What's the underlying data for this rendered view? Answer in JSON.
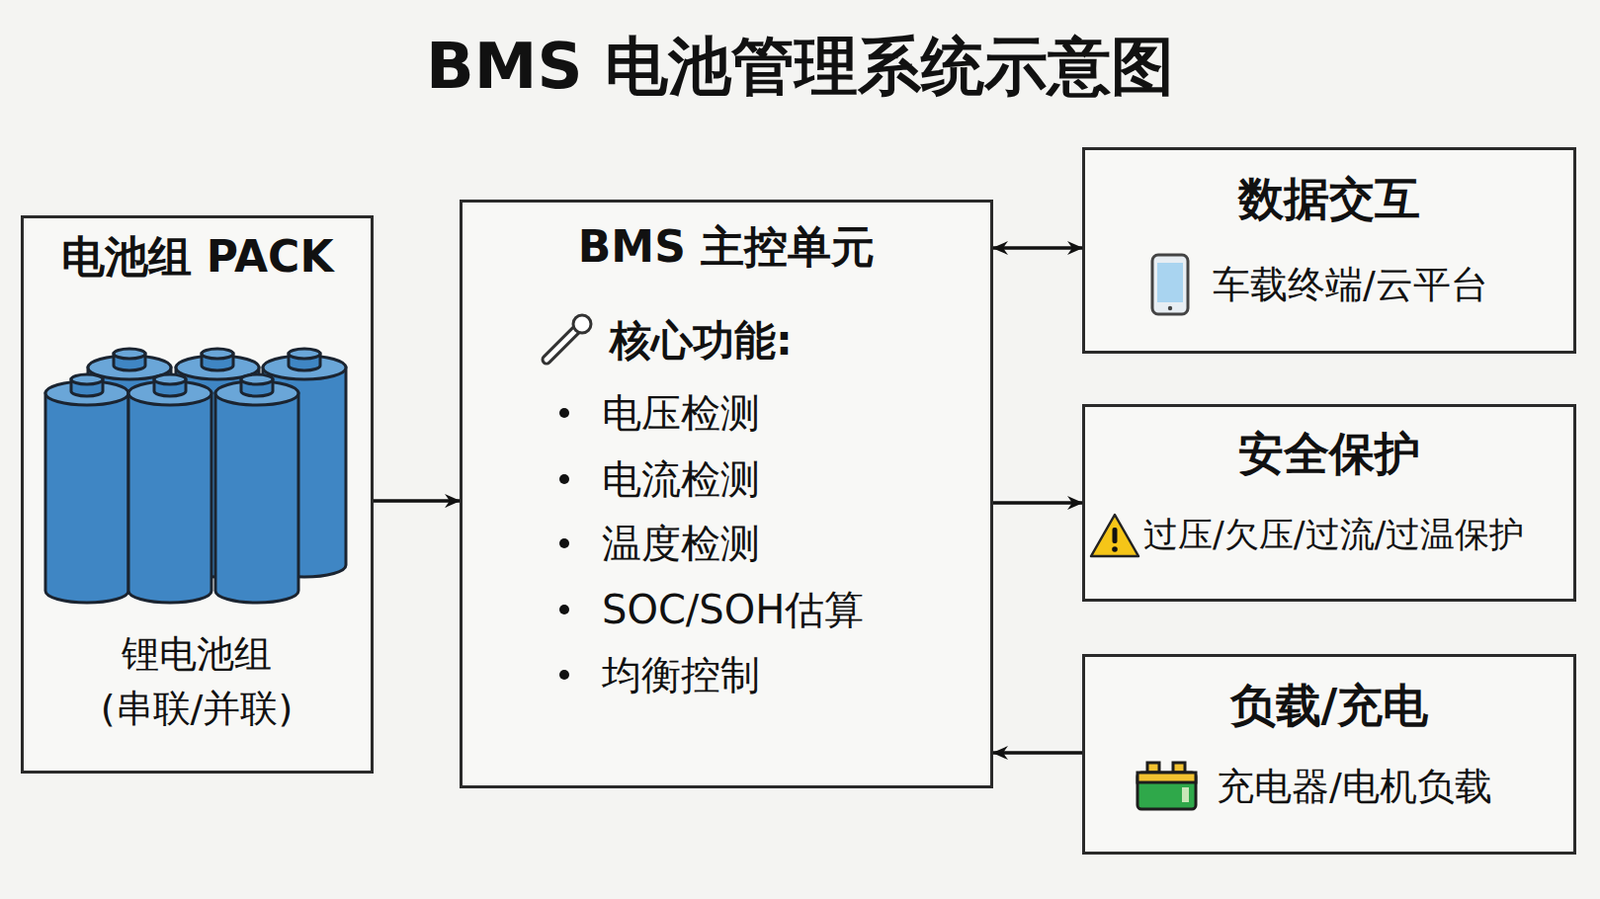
{
  "diagram": {
    "title": "BMS 电池管理系统示意图",
    "nodes": [
      {
        "text": [
          "电池组 PACK",
          "锂电池组 (串联/并联)"
        ]
      },
      {
        "text": [
          "BMS 主控单元",
          "核心功能:",
          "电压检测",
          "电流检测",
          "温度检测",
          "SOC/SOH估算",
          "均衡控制"
        ]
      },
      {
        "text": [
          "数据交互",
          "车载终端/云平台"
        ]
      },
      {
        "text": [
          "安全保护",
          "过压/欠压/过流/过温保护"
        ]
      },
      {
        "text": [
          "负载/充电",
          "充电器/电机负载"
        ]
      }
    ],
    "edges": [
      {
        "from": 0,
        "to": 1,
        "arrow": "to"
      },
      {
        "from": 1,
        "to": 2,
        "arrow": "both"
      },
      {
        "from": 1,
        "to": 3,
        "arrow": "to"
      },
      {
        "from": 4,
        "to": 1,
        "arrow": "to"
      }
    ]
  }
}
